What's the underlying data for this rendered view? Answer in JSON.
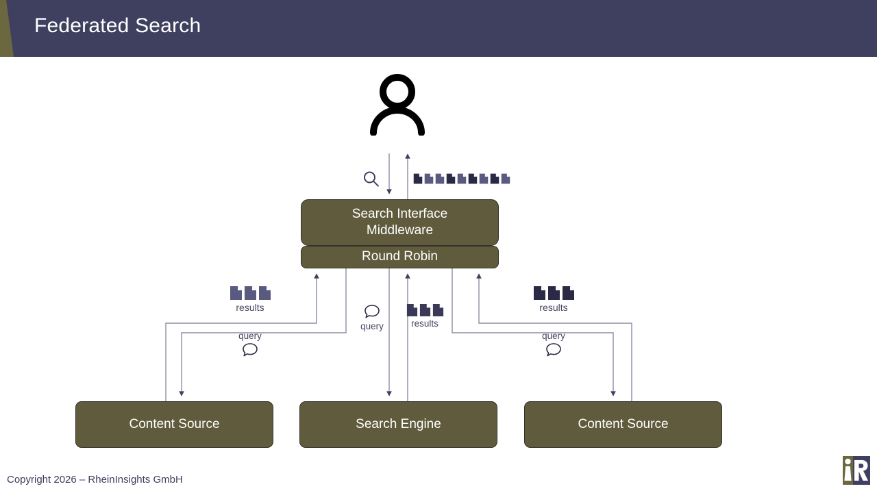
{
  "header": {
    "title": "Federated Search",
    "bg_color": "#3F4060",
    "accent_color": "#6B6840",
    "title_color": "#FFFFFF"
  },
  "theme": {
    "node_fill": "#5F5B3C",
    "node_border": "#33312A",
    "node_text": "#FFFFFF",
    "wire_color": "#8D8DA6",
    "arrow_color": "#3F4060",
    "doc_dark": "#2A2A45",
    "doc_light": "#5A5A80",
    "label_color": "#464661",
    "page_bg": "#FFFFFF"
  },
  "diagram": {
    "actor": {
      "icon": "person-icon",
      "name": "End User"
    },
    "top_icons": {
      "search_icon": "search-icon",
      "documents_count": 9,
      "documents_pattern": [
        "dark",
        "light",
        "light",
        "dark",
        "light",
        "dark",
        "light",
        "dark",
        "light"
      ]
    },
    "nodes": [
      {
        "id": "middleware",
        "label": "Search Interface\nMiddleware",
        "line1": "Search Interface",
        "line2": "Middleware"
      },
      {
        "id": "round-robin",
        "label": "Round Robin"
      },
      {
        "id": "source-left",
        "label": "Content Source"
      },
      {
        "id": "search-engine",
        "label": "Search Engine"
      },
      {
        "id": "source-right",
        "label": "Content Source"
      }
    ],
    "edge_labels": {
      "left_results": "results",
      "left_query": "query",
      "mid_query": "query",
      "mid_results": "results",
      "right_results": "results",
      "right_query": "query"
    },
    "edge_icons": {
      "query_icon": "speech-bubble-icon",
      "results_icon": "document-stack-icon",
      "results_docs_count": 3
    }
  },
  "footer": {
    "copyright": "Copyright 2026 – RheinInsights GmbH",
    "logo": "rheininsights-logo"
  }
}
